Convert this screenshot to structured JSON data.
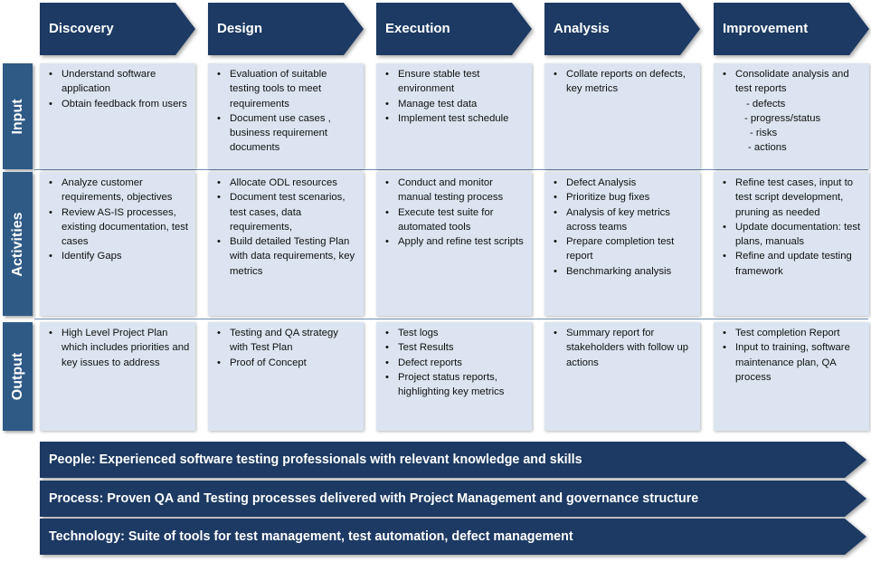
{
  "colors": {
    "arrow": "#1c3a63",
    "row_header": "#2f5a86",
    "cell": "#dbe4f0",
    "separator": "#6f8fb5"
  },
  "phases": [
    "Discovery",
    "Design",
    "Execution",
    "Analysis",
    "Improvement"
  ],
  "rows": [
    "Input",
    "Activities",
    "Output"
  ],
  "cells": {
    "input": [
      {
        "items": [
          "Understand software application",
          "Obtain feedback from users"
        ]
      },
      {
        "items": [
          "Evaluation of suitable testing tools to meet requirements",
          "Document use cases , business requirement documents"
        ]
      },
      {
        "items": [
          "Ensure stable test environment",
          "Manage test data",
          "Implement test schedule"
        ]
      },
      {
        "items": [
          "Collate reports on defects, key metrics"
        ]
      },
      {
        "items": [
          "Consolidate analysis and test reports"
        ],
        "subitems": [
          "- defects",
          "- progress/status",
          "- risks",
          "- actions"
        ]
      }
    ],
    "activities": [
      {
        "items": [
          "Analyze customer requirements, objectives",
          "Review AS-IS processes, existing documentation, test cases",
          "Identify Gaps"
        ]
      },
      {
        "items": [
          "Allocate ODL resources",
          "Document test scenarios, test cases, data requirements,",
          "Build detailed Testing Plan with data requirements, key metrics"
        ]
      },
      {
        "items": [
          "Conduct and monitor manual testing process",
          "Execute test suite for automated tools",
          "Apply and refine test scripts"
        ]
      },
      {
        "items": [
          "Defect Analysis",
          "Prioritize bug fixes",
          "Analysis of key metrics across teams",
          "Prepare completion test report",
          "Benchmarking analysis"
        ]
      },
      {
        "items": [
          "Refine test cases, input to test script development, pruning as needed",
          "Update documentation: test plans, manuals",
          "Refine and update testing framework"
        ]
      }
    ],
    "output": [
      {
        "items": [
          "High Level Project Plan which includes priorities and key issues to address"
        ]
      },
      {
        "items": [
          "Testing and QA strategy with Test Plan",
          "Proof of Concept"
        ]
      },
      {
        "items": [
          "Test logs",
          "Test Results",
          "Defect reports",
          "Project status reports, highlighting key metrics"
        ]
      },
      {
        "items": [
          "Summary report for stakeholders with follow up actions"
        ]
      },
      {
        "items": [
          "Test completion Report",
          "Input to training, software maintenance plan, QA process"
        ]
      }
    ]
  },
  "bands": [
    "People: Experienced software testing professionals with relevant knowledge and skills",
    "Process: Proven QA and Testing processes delivered with Project Management and governance structure",
    "Technology: Suite of tools for test management, test automation, defect management"
  ]
}
